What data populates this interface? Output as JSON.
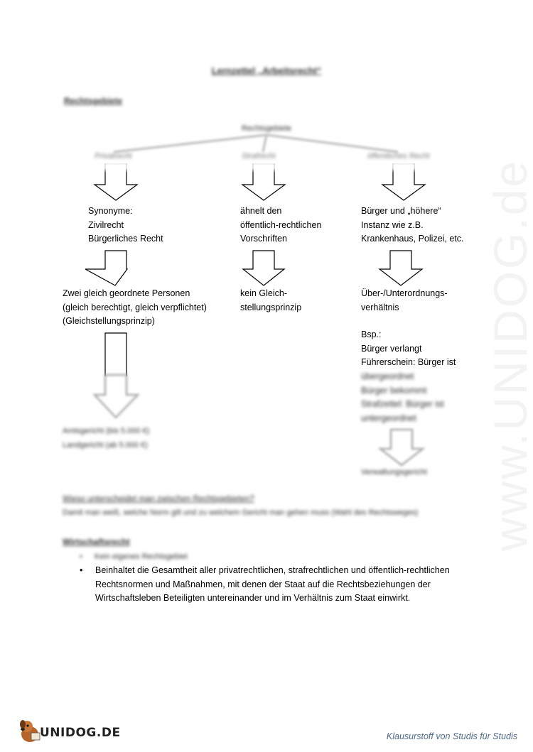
{
  "title": "Lernzettel „Arbeitsrecht“",
  "section1_heading": "Rechtsgebiete",
  "tree": {
    "root": "Rechtsgebiete",
    "branches": [
      "Privatrecht",
      "Strafrecht",
      "öffentliches Recht"
    ]
  },
  "columns": {
    "left": {
      "level1": [
        "Synonyme:",
        "Zivilrecht",
        "Bürgerliches Recht"
      ],
      "level2": [
        "Zwei gleich geordnete Personen",
        "(gleich berechtigt, gleich verpflichtet)",
        "(Gleichstellungsprinzip)"
      ],
      "courts": [
        "Amtsgericht (bis 5.000 €)",
        "Landgericht (ab 5.000 €)"
      ]
    },
    "middle": {
      "level1": [
        "ähnelt den",
        "öffentlich-rechtlichen",
        "Vorschriften"
      ],
      "level2": [
        "kein Gleich-",
        "stellungsprinzip"
      ]
    },
    "right": {
      "level1": [
        "Bürger und „höhere“",
        "Instanz wie z.B.",
        "Krankenhaus, Polizei, etc."
      ],
      "level2": [
        "Über-/Unterordnungs-",
        "verhältnis"
      ],
      "example": [
        "Bsp.:",
        "Bürger verlangt",
        "Führerschein: Bürger ist"
      ],
      "example_blurred": [
        "übergeordnet",
        "Bürger bekommt",
        "Strafzettel: Bürger ist",
        "untergeordnet"
      ],
      "court": "Verwaltungsgericht"
    }
  },
  "question": {
    "q": "Wieso unterscheidet man zwischen Rechtsgebieten?",
    "a": "Damit man weiß, welche Norm gilt und zu welchem Gericht man gehen muss (Wahl des Rechtsweges)"
  },
  "section2": {
    "heading": "Wirtschaftsrecht",
    "bullet_blurred": "Kein eigenes Rechtsgebiet",
    "bullet_lines": [
      "Beinhaltet die Gesamtheit aller privatrechtlichen, strafrechtlichen und öffentlich-rechtlichen",
      "Rechtsnormen und Maßnahmen, mit denen der Staat auf die Rechtsbeziehungen der",
      "Wirtschaftsleben Beteiligten untereinander und im Verhältnis zum Staat einwirkt."
    ]
  },
  "watermark": "www.UNIDOG.de",
  "footer": {
    "logo": "UNIDOG.DE",
    "tagline": "Klausurstoff von Studis für Studis"
  }
}
